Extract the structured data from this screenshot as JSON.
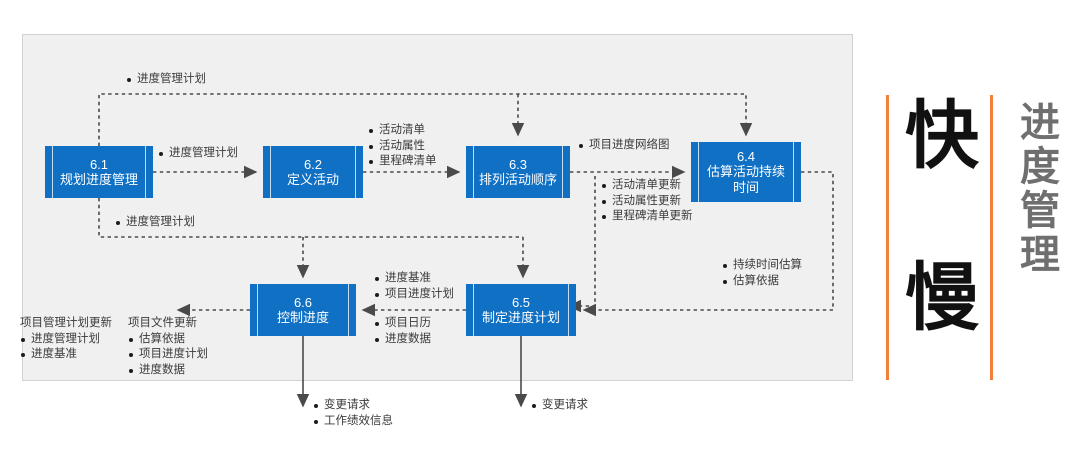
{
  "diagram": {
    "title_banner": {
      "fast_char": "快",
      "slow_char": "慢",
      "vertical_title": [
        "进",
        "度",
        "管",
        "理"
      ],
      "accent_color": "#f0803c",
      "title_color": "#6f6f6f"
    },
    "node_color": "#0f70c4",
    "nodes": [
      {
        "id": "6.1",
        "name": "规划进度管理"
      },
      {
        "id": "6.2",
        "name": "定义活动"
      },
      {
        "id": "6.3",
        "name": "排列活动顺序"
      },
      {
        "id": "6.4",
        "name": "估算活动持续",
        "name2": "时间"
      },
      {
        "id": "6.5",
        "name": "制定进度计划"
      },
      {
        "id": "6.6",
        "name": "控制进度"
      }
    ],
    "labels": {
      "top_feedback": [
        "进度管理计划"
      ],
      "plan_to_define": [
        "进度管理计划"
      ],
      "lower_feedback": [
        "进度管理计划"
      ],
      "define_to_sequence": [
        "活动清单",
        "活动属性",
        "里程碑清单"
      ],
      "sequence_to_estimate": [
        "项目进度网络图"
      ],
      "sequence_updates": [
        "活动清单更新",
        "活动属性更新",
        "里程碑清单更新"
      ],
      "estimate_feedback": [
        "持续时间估算",
        "估算依据"
      ],
      "schedule_to_control_top": [
        "进度基准",
        "项目进度计划"
      ],
      "schedule_to_control_bottom": [
        "项目日历",
        "进度数据"
      ],
      "pm_plan_updates_header": "项目管理计划更新",
      "pm_plan_updates": [
        "进度管理计划",
        "进度基准"
      ],
      "project_doc_updates_header": "项目文件更新",
      "project_doc_updates": [
        "估算依据",
        "项目进度计划",
        "进度数据"
      ],
      "control_outputs": [
        "变更请求",
        "工作绩效信息"
      ],
      "schedule_outputs": [
        "变更请求"
      ]
    }
  }
}
